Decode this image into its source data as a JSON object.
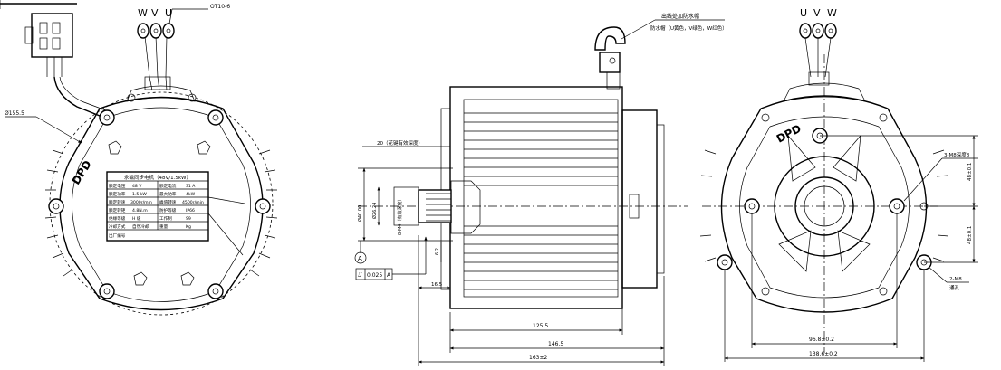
{
  "front_view": {
    "phase_labels": [
      "W",
      "V",
      "U"
    ],
    "terminal_callout": "OT10-6",
    "diameter_callout": "Ø155.5",
    "brand": "DPD",
    "nameplate": {
      "title": "永磁同步电机（48V/1.5kW）",
      "rows": [
        [
          "额定电压",
          "48 V",
          "额定电流",
          "31 A"
        ],
        [
          "额定功率",
          "1.5 kW",
          "最大功率",
          "4kW"
        ],
        [
          "额定转速",
          "3000r/min",
          "峰值转速",
          "4500r/min"
        ],
        [
          "额定转矩",
          "4.8N.m",
          "防护等级",
          "IP66"
        ],
        [
          "绝缘等级",
          "H 级",
          "工作制",
          "S9"
        ],
        [
          "冷却方式",
          "自然冷却",
          "重量",
          "Kg"
        ],
        [
          "出厂编号",
          "",
          "",
          ""
        ]
      ]
    }
  },
  "side_view": {
    "cable_note_1": "出线处加防水帽",
    "cable_note_2": "防水帽（U黄色，V绿色，W红色）",
    "depth_note": "20（花键有效深度）",
    "spline_label": "8-M4（有效深度）",
    "left_dims": [
      "Ø26.24",
      "Ø40.00"
    ],
    "datum": "A",
    "tolerance_symbol": "⌰",
    "tolerance_value": "0.025",
    "tolerance_datum": "A",
    "dim_small_1": "6.2",
    "dim_small_2": "16.5",
    "dim_125": "125.5",
    "dim_146": "146.5",
    "dim_163": "163±2"
  },
  "rear_view": {
    "phase_labels": [
      "U",
      "V",
      "W"
    ],
    "brand": "DPD",
    "hole_note_1": "3-M8深度8",
    "hole_note_2": "2-M8",
    "hole_note_3": "通孔",
    "dim_v1": "48±0.1",
    "dim_v2": "48±0.1",
    "dim_h1": "96.8±0.2",
    "dim_h2": "138.6±0.2"
  }
}
